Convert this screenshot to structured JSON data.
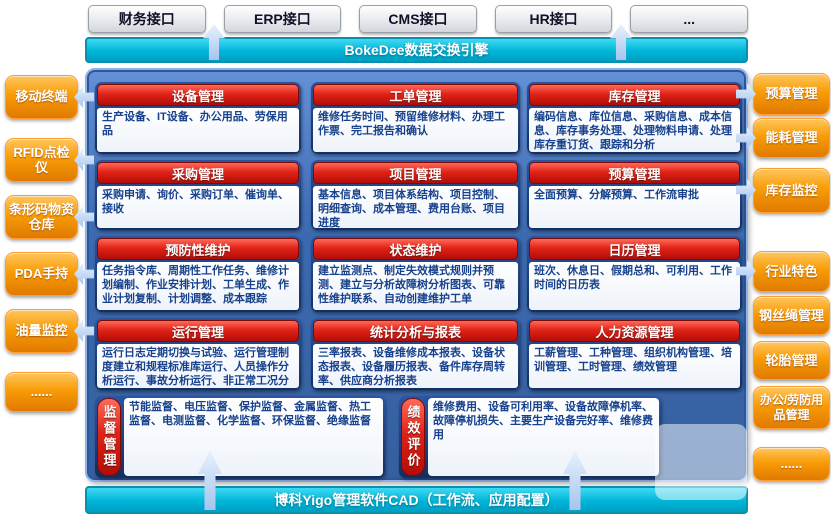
{
  "top": {
    "tabs": [
      "财务接口",
      "ERP接口",
      "CMS接口",
      "HR接口",
      "..."
    ],
    "engine_bar": "BokeDee数据交换引擎"
  },
  "bottom_bar": "博科Yigo管理软件CAD（工作流、应用配置）",
  "left_pills": [
    "移动终端",
    "RFID点检仪",
    "条形码物资仓库",
    "PDA手持",
    "油量监控",
    "......"
  ],
  "right_pills": [
    "预算管理",
    "能耗管理",
    "库存监控",
    "行业特色",
    "钢丝绳管理",
    "轮胎管理",
    "办公/劳防用品管理",
    "......"
  ],
  "cards": [
    {
      "title": "设备管理",
      "body": "生产设备、IT设备、办公用品、劳保用品"
    },
    {
      "title": "工单管理",
      "body": "维修任务时间、预留维修材料、办理工作票、完工报告和确认"
    },
    {
      "title": "库存管理",
      "body": "编码信息、库位信息、采购信息、成本信息、库存事务处理、处理物料申请、处理库存重订货、跟踪和分析"
    },
    {
      "title": "采购管理",
      "body": "采购申请、询价、采购订单、催询单、接收"
    },
    {
      "title": "项目管理",
      "body": "基本信息、项目体系结构、项目控制、明细查询、成本管理、费用台账、项目进度"
    },
    {
      "title": "预算管理",
      "body": "全面预算、分解预算、工作流审批"
    },
    {
      "title": "预防性维护",
      "body": "任务指令库、周期性工作任务、维修计划编制、作业安排计划、工单生成、作业计划复制、计划调整、成本跟踪"
    },
    {
      "title": "状态维护",
      "body": "建立监测点、制定失效模式规则并预测、建立与分析故障树分析图表、可靠性维护联系、自动创建维护工单"
    },
    {
      "title": "日历管理",
      "body": "班次、休息日、假期总和、可利用、工作时间的日历表"
    },
    {
      "title": "运行管理",
      "body": "运行日志定期切换与试验、运行管理制度建立和规程标准库运行、人员操作分析运行、事故分析运行、非正常工况分析"
    },
    {
      "title": "统计分析与报表",
      "body": "三率报表、设备维修成本报表、设备状态报表、设备履历报表、备件库存周转率、供应商分析报表"
    },
    {
      "title": "人力资源管理",
      "body": "工薪管理、工种管理、组织机构管理、培训管理、工时管理、绩效管理"
    }
  ],
  "bottom_cards": [
    {
      "title": "监督管理",
      "body": "节能监督、电压监督、保护监督、金属监督、热工监督、电测监督、化学监督、环保监督、绝缘监督"
    },
    {
      "title": "绩效评价",
      "body": "维修费用、设备可利用率、设备故障停机率、故障停机损失、主要生产设备完好率、维修费用"
    }
  ],
  "icons": {
    "arrow_up": "↑",
    "arrow_left": "←",
    "arrow_right": "→"
  },
  "colors": {
    "cyan_bar": "#00b5d8",
    "panel_blue": "#3c6ab1",
    "card_header_red": "#d51f17",
    "card_border_navy": "#16386e",
    "pill_orange": "#f89c07",
    "arrow_blue": "#a5c4ee",
    "body_text_blue": "#17418c"
  }
}
